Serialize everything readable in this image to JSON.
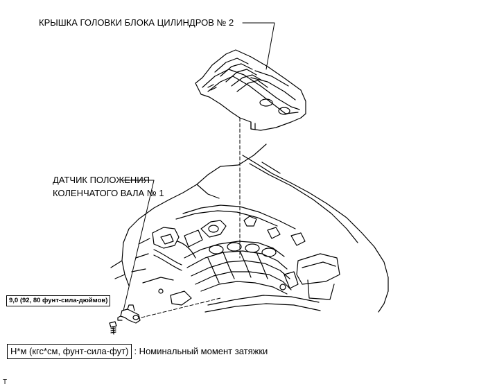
{
  "labels": {
    "cover": "КРЫШКА ГОЛОВКИ БЛОКА ЦИЛИНДРОВ № 2",
    "sensor_line1": "ДАТЧИК ПОЛОЖЕНИЯ",
    "sensor_line2": "КОЛЕНЧАТОГО ВАЛА № 1",
    "torque_value": "9,0 (92, 80 фунт-сила-дюймов)"
  },
  "legend": {
    "units": "Н*м (кгс*см, фунт-сила-фут)",
    "description": ": Номинальный момент затяжки"
  },
  "footer": {
    "id": "T"
  }
}
